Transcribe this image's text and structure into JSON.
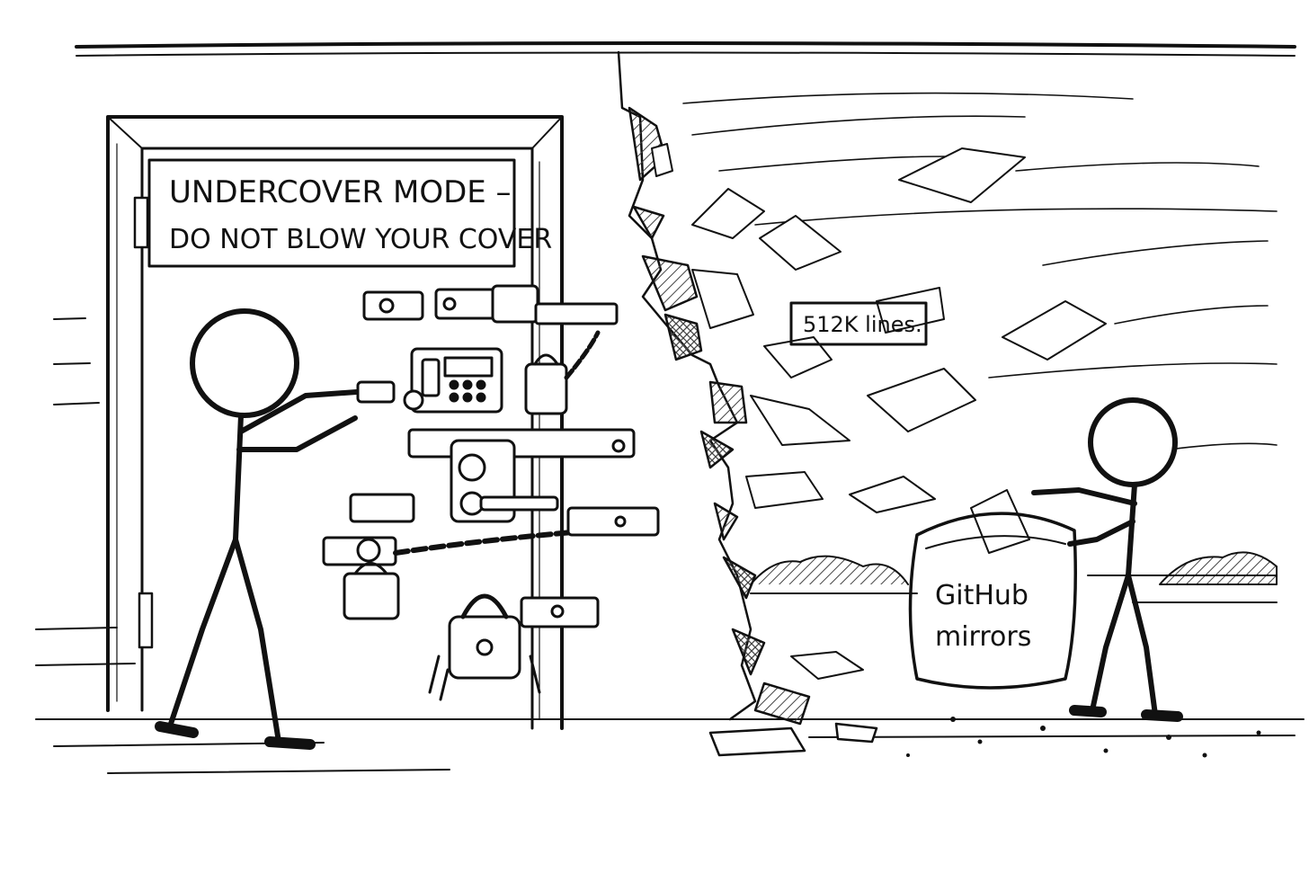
{
  "sign": {
    "line1": "UNDERCOVER MODE –",
    "line2": "DO NOT BLOW YOUR COVER"
  },
  "tag": {
    "label": "512K lines."
  },
  "bag": {
    "line1": "GitHub",
    "line2": "mirrors"
  },
  "colors": {
    "ink": "#111111",
    "paper": "#ffffff",
    "hatch": "#555555"
  }
}
